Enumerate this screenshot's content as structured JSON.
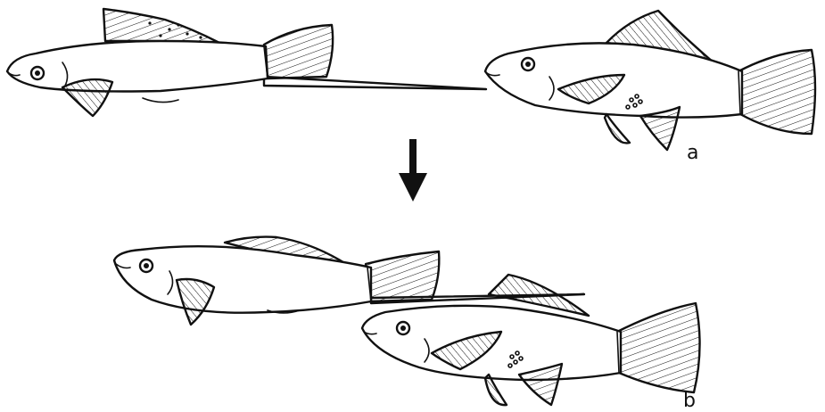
{
  "figure": {
    "panel_labels": [
      "a",
      "b"
    ],
    "panels": [
      {
        "label": "a",
        "subjects": [
          "swordtail-male",
          "platyfish-female"
        ]
      },
      {
        "label": "b",
        "subjects": [
          "swordtail-male",
          "platyfish-female"
        ]
      }
    ],
    "colors": {
      "ink": "#111111",
      "background": "#ffffff"
    }
  }
}
